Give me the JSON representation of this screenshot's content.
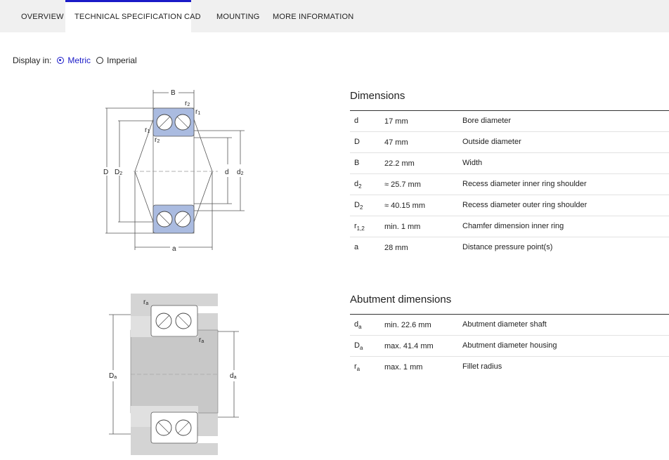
{
  "tabs": [
    {
      "label": "OVERVIEW",
      "active": false
    },
    {
      "label": "TECHNICAL SPECIFICATION",
      "active": true
    },
    {
      "label": "CAD",
      "active": false
    },
    {
      "label": "MOUNTING",
      "active": false
    },
    {
      "label": "MORE INFORMATION",
      "active": false
    }
  ],
  "display": {
    "label": "Display in:",
    "metric": "Metric",
    "imperial": "Imperial",
    "selected": "Metric"
  },
  "dimensions": {
    "title": "Dimensions",
    "rows": [
      {
        "sym": "d",
        "sub": "",
        "value": "17 mm",
        "desc": "Bore diameter"
      },
      {
        "sym": "D",
        "sub": "",
        "value": "47 mm",
        "desc": "Outside diameter"
      },
      {
        "sym": "B",
        "sub": "",
        "value": "22.2 mm",
        "desc": "Width"
      },
      {
        "sym": "d",
        "sub": "2",
        "value": "≈ 25.7 mm",
        "desc": "Recess diameter inner ring shoulder"
      },
      {
        "sym": "D",
        "sub": "2",
        "value": "≈ 40.15 mm",
        "desc": "Recess diameter outer ring shoulder"
      },
      {
        "sym": "r",
        "sub": "1,2",
        "value": "min. 1 mm",
        "desc": "Chamfer dimension inner ring"
      },
      {
        "sym": "a",
        "sub": "",
        "value": "28 mm",
        "desc": "Distance pressure point(s)"
      }
    ]
  },
  "abutment": {
    "title": "Abutment dimensions",
    "rows": [
      {
        "sym": "d",
        "sub": "a",
        "value": "min. 22.6 mm",
        "desc": "Abutment diameter shaft"
      },
      {
        "sym": "D",
        "sub": "a",
        "value": "max. 41.4 mm",
        "desc": "Abutment diameter housing"
      },
      {
        "sym": "r",
        "sub": "a",
        "value": "max. 1 mm",
        "desc": "Fillet radius"
      }
    ]
  },
  "drawing1": {
    "B": "B",
    "r1": "r",
    "r1sub": "1",
    "r2": "r",
    "r2sub": "2",
    "D": "D",
    "D2": "D",
    "D2sub": "2",
    "d": "d",
    "d2": "d",
    "d2sub": "2",
    "a": "a"
  },
  "drawing2": {
    "Da": "D",
    "Dasub": "a",
    "da": "d",
    "dasub": "a",
    "ra": "r",
    "rasub": "a"
  },
  "colors": {
    "accent": "#1a1ac8",
    "ring": "#aabbe0"
  }
}
